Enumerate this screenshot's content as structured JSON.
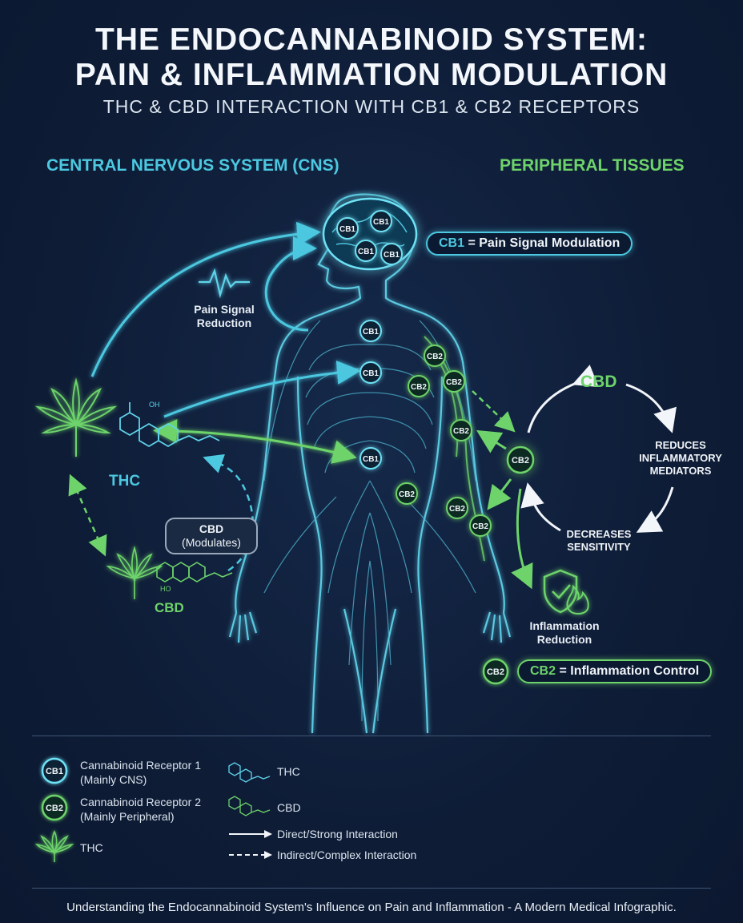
{
  "header": {
    "title_line1": "THE ENDOCANNABINOID SYSTEM:",
    "title_line2": "PAIN & INFLAMMATION MODULATION",
    "subtitle": "THC & CBD INTERACTION WITH CB1 & CB2 RECEPTORS"
  },
  "sections": {
    "cns": "CENTRAL NERVOUS SYSTEM (CNS)",
    "peripheral": "PERIPHERAL TISSUES"
  },
  "receptors": {
    "cb1": "CB1",
    "cb2": "CB2"
  },
  "labels": {
    "pain_signal_line1": "Pain Signal",
    "pain_signal_line2": "Reduction",
    "thc": "THC",
    "cbd": "CBD",
    "cbd_bubble_title": "CBD",
    "cbd_bubble_sub": "(Modulates)",
    "thc_molecule_oh": "OH",
    "cbd_molecule_oh": "HO"
  },
  "callouts": {
    "cb1_tag": "CB1",
    "cb1_text": "= Pain Signal Modulation",
    "cb2_tag": "CB2",
    "cb2_text": "= Inflammation Control"
  },
  "cycle": {
    "center": "CBD",
    "step1_line1": "REDUCES",
    "step1_line2": "INFLAMMATORY",
    "step1_line3": "MEDIATORS",
    "step2_line1": "DECREASES",
    "step2_line2": "SENSITIVITY",
    "outcome_line1": "Inflammation",
    "outcome_line2": "Reduction"
  },
  "legend": {
    "cb1_line1": "Cannabinoid Receptor 1",
    "cb1_line2": "(Mainly CNS)",
    "cb2_line1": "Cannabinoid Receptor 2",
    "cb2_line2": "(Mainly Peripheral)",
    "thc_leaf": "THC",
    "thc_molecule": "THC",
    "cbd_molecule": "CBD",
    "direct": "Direct/Strong Interaction",
    "indirect": "Indirect/Complex Interaction"
  },
  "footer": "Understanding the Endocannabinoid System's Influence on Pain and Inflammation - A Modern Medical Infographic.",
  "colors": {
    "background": "#0f1f3a",
    "cb1_cyan": "#4cc8e0",
    "cb2_green": "#6dd36a",
    "arrow_white": "#f2f5f9"
  },
  "icons": [
    "brain-icon",
    "human-body-icon",
    "cannabis-leaf-icon",
    "thc-molecule-icon",
    "cbd-molecule-icon",
    "pulse-wave-icon",
    "shield-check-icon",
    "flame-icon"
  ]
}
